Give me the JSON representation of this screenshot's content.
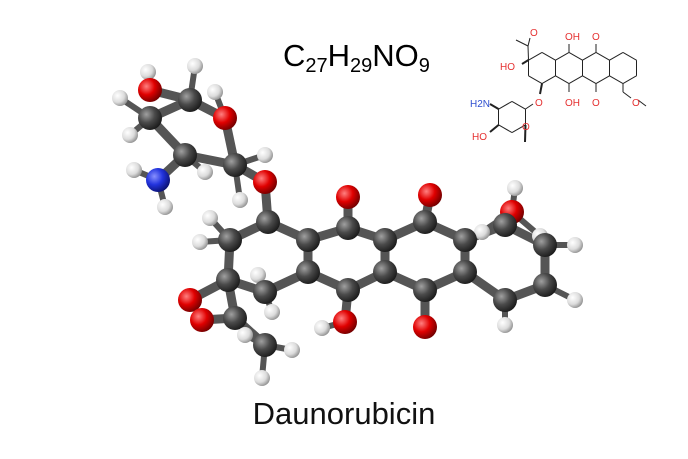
{
  "formula": {
    "c": "C",
    "c_n": "27",
    "h": "H",
    "h_n": "29",
    "n": "N",
    "o": "O",
    "o_n": "9"
  },
  "name": "Daunorubicin",
  "skeletal_labels": {
    "acetyl_o": "O",
    "oh_top": "OH",
    "quinone_top": "O",
    "ho_ring": "HO",
    "oh_bottom": "OH",
    "quinone_bottom": "O",
    "glycoside_o": "O",
    "methoxy_o": "O",
    "amine": "H2N",
    "sugar_o": "O",
    "sugar_ho": "HO"
  },
  "colors": {
    "carbon": "#4a4a4a",
    "oxygen": "#e00000",
    "nitrogen": "#2233dd",
    "hydrogen": "#e8e8e8",
    "label_o": "#e53030",
    "label_n": "#3050d0"
  }
}
